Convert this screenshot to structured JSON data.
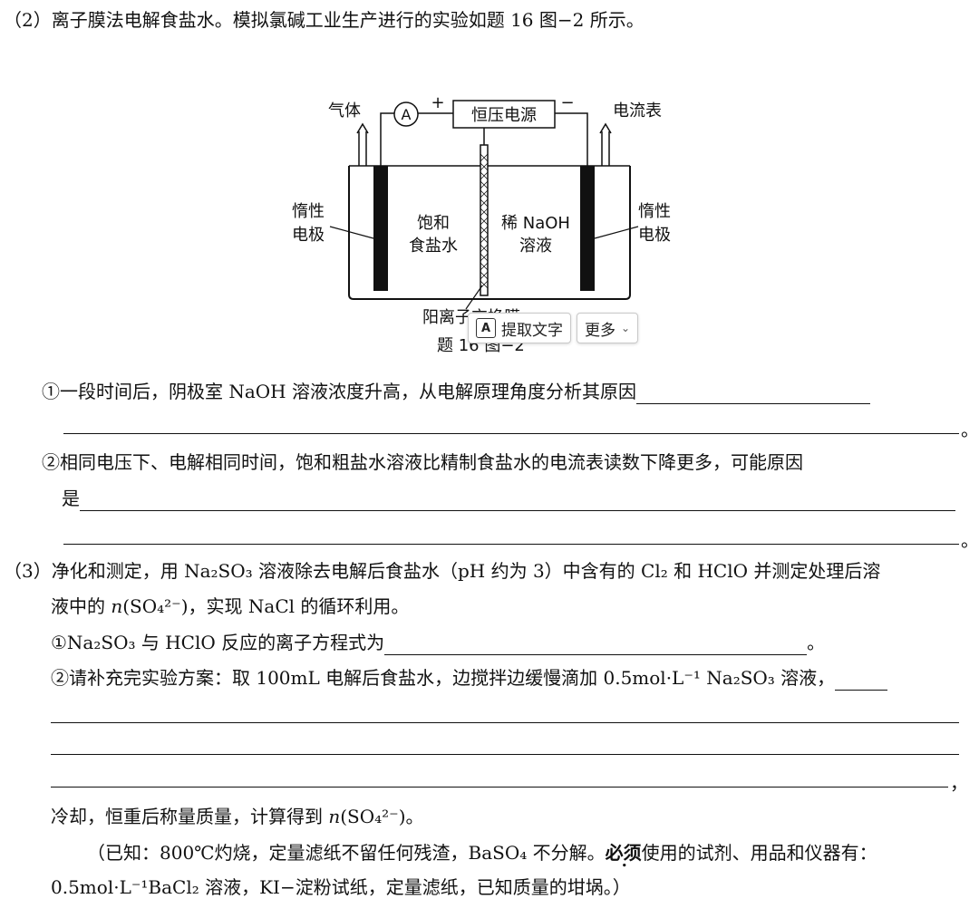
{
  "q2": {
    "title": "（2）离子膜法电解食盐水。模拟氯碱工业生产进行的实验如题 16 图−2 所示。",
    "diagram": {
      "gas_label": "气体",
      "ammeter_symbol": "A",
      "plus": "+",
      "minus": "−",
      "power_label": "恒压电源",
      "ammeter_label": "电流表",
      "left_electrode_l1": "惰性",
      "left_electrode_l2": "电极",
      "right_electrode_l1": "惰性",
      "right_electrode_l2": "电极",
      "left_sol_l1": "饱和",
      "left_sol_l2": "食盐水",
      "right_sol_l1": "稀 NaOH",
      "right_sol_l2": "溶液",
      "membrane_label": "阳离子交换膜",
      "caption": "题 16 图−2"
    },
    "sub1": "①一段时间后，阴极室 NaOH 溶液浓度升高，从电解原理角度分析其原因",
    "sub2": "②相同电压下、电解相同时间，饱和粗盐水溶液比精制食盐水的电流表读数下降更多，可能原因",
    "sub2_cont": "是",
    "period": "。"
  },
  "q3": {
    "line1": "（3）净化和测定，用 Na₂SO₃ 溶液除去电解后食盐水（pH 约为 3）中含有的 Cl₂ 和 HClO 并测定处理后溶",
    "line2_pre": "液中的 ",
    "n": "n",
    "so4": "(SO₄²⁻)",
    "line2_post": "，实现 NaCl 的循环利用。",
    "sub1": "①Na₂SO₃ 与 HClO 反应的离子方程式为",
    "sub2": "②请补充完实验方案：取 100mL 电解后食盐水，边搅拌边缓慢滴加 0.5mol·L⁻¹ Na₂SO₃ 溶液，",
    "comma": "，",
    "cool_pre": "冷却，恒重后称量质量，计算得到 ",
    "cool_post": "。",
    "known_pre": "（已知：800℃灼烧，定量滤纸不留任何残渣，BaSO₄ 不分解。",
    "must": "必须",
    "known_post": "使用的试剂、用品和仪器有：",
    "known_line2": "0.5mol·L⁻¹BaCl₂ 溶液，KI−淀粉试纸，定量滤纸，已知质量的坩埚。）"
  },
  "toolbar": {
    "ocr_icon": "A",
    "extract_label": "提取文字",
    "more_label": "更多",
    "chevron": "⌄"
  }
}
